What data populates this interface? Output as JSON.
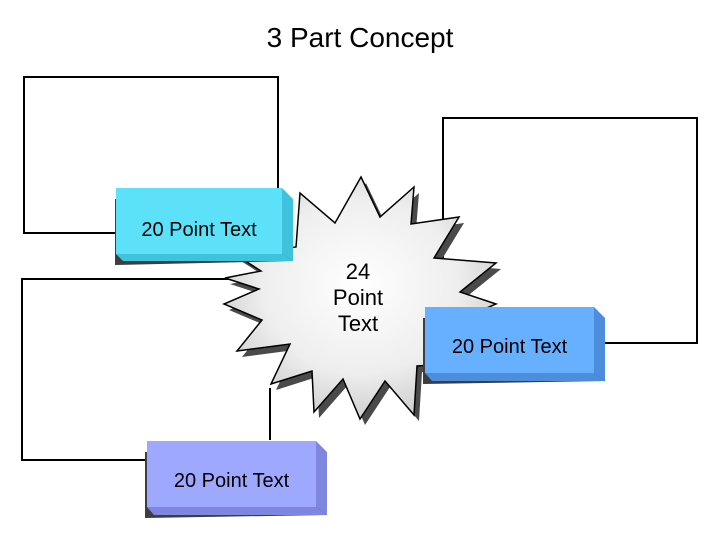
{
  "title": "3 Part Concept",
  "boxes": [
    {
      "label": "20 Point Text",
      "face_color": "#5ce1f9",
      "side_color": "#3fc2dc"
    },
    {
      "label": "20 Point Text",
      "face_color": "#66b0ff",
      "side_color": "#4c8ddc"
    },
    {
      "label": "20 Point Text",
      "face_color": "#9fa8ff",
      "side_color": "#7f86df"
    }
  ],
  "center": {
    "label": "24 Point Text"
  }
}
